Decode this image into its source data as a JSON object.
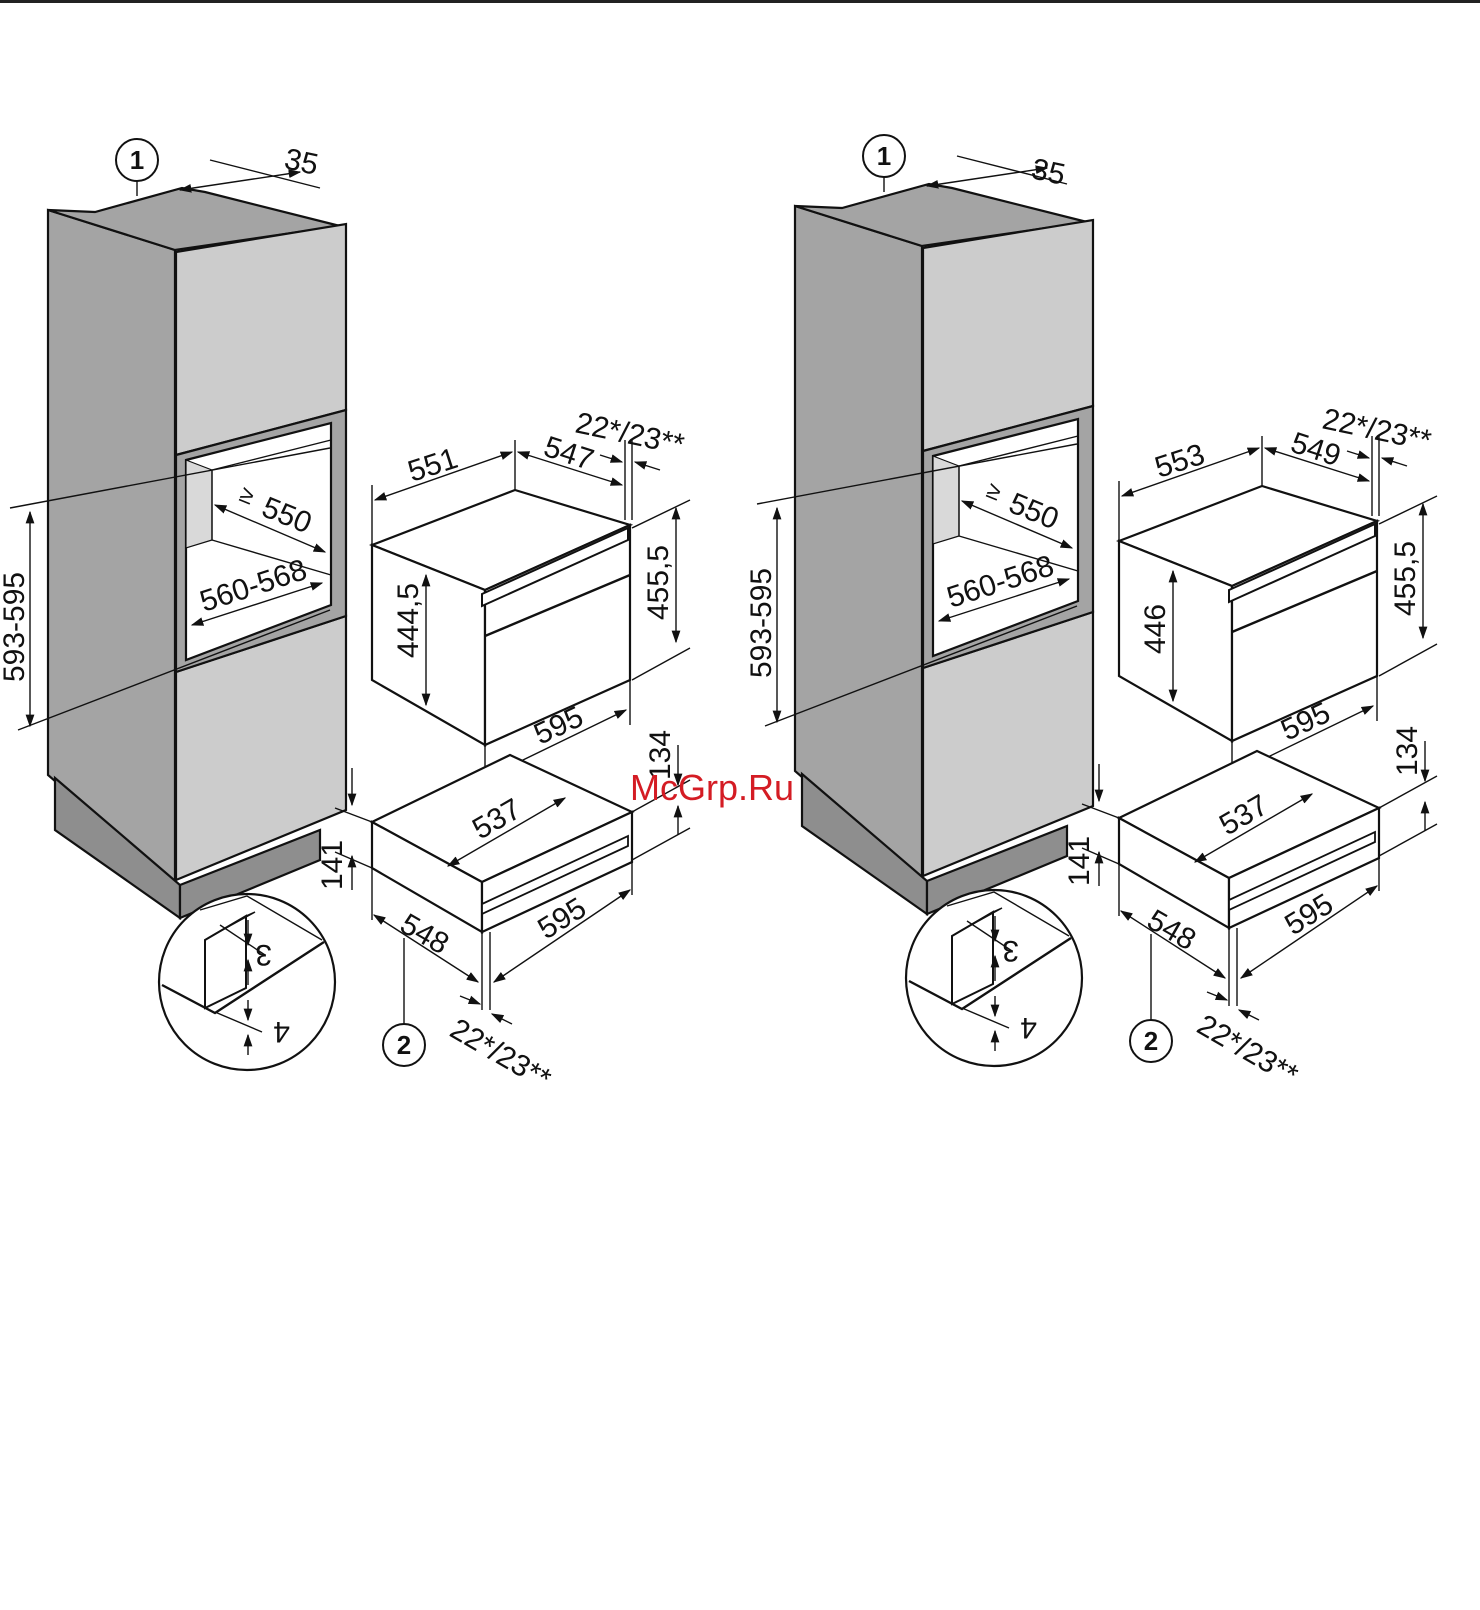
{
  "watermark": "McGrp.Ru",
  "figures": [
    {
      "callouts": {
        "cabinet": "1",
        "drawer": "2"
      },
      "cabinet_dims": {
        "top_depth": "35",
        "niche_height": "593-595",
        "niche_depth": "550",
        "niche_depth_prefix": "≥",
        "niche_width": "560-568"
      },
      "appliance_dims": {
        "width_back": "551",
        "depth": "547",
        "front_offset": "22*/23**",
        "height_back": "444,5",
        "height_front": "455,5",
        "width_front": "595"
      },
      "drawer_dims": {
        "inner_width": "537",
        "height_right": "134",
        "height_left": "141",
        "depth": "548",
        "width": "595",
        "front_offset": "22*/23**"
      },
      "detail_dims": {
        "top_gap": "3",
        "bottom_gap": "4"
      }
    },
    {
      "callouts": {
        "cabinet": "1",
        "drawer": "2"
      },
      "cabinet_dims": {
        "top_depth": "35",
        "niche_height": "593-595",
        "niche_depth": "550",
        "niche_depth_prefix": "≥",
        "niche_width": "560-568"
      },
      "appliance_dims": {
        "width_back": "553",
        "depth": "549",
        "front_offset": "22*/23**",
        "height_back": "446",
        "height_front": "455,5",
        "width_front": "595"
      },
      "drawer_dims": {
        "inner_width": "537",
        "height_right": "134",
        "height_left": "141",
        "depth": "548",
        "width": "595",
        "front_offset": "22*/23**"
      },
      "detail_dims": {
        "top_gap": "3",
        "bottom_gap": "4"
      }
    }
  ]
}
